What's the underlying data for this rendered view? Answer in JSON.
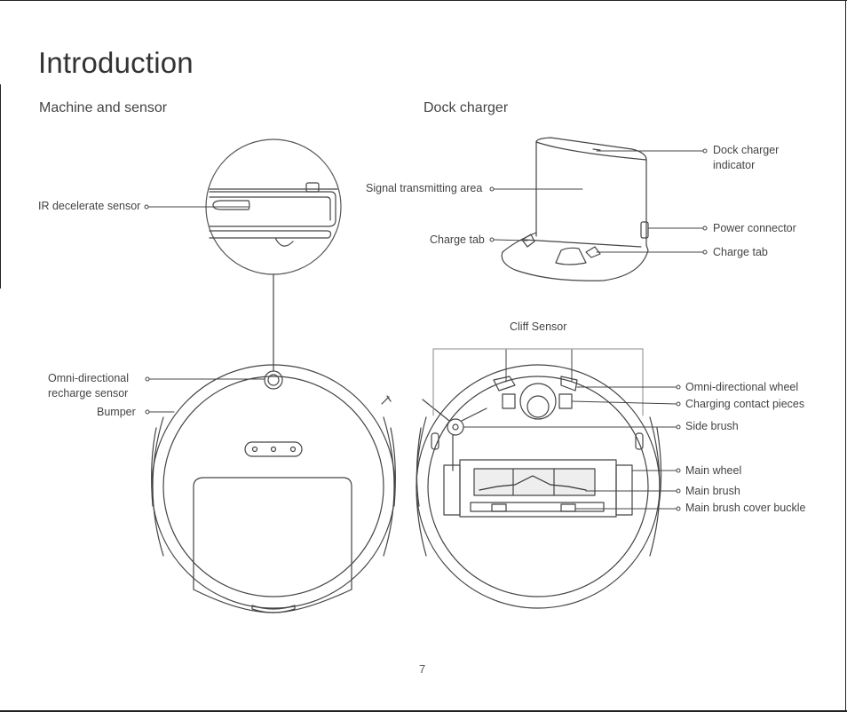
{
  "title": "Introduction",
  "sections": {
    "machine": "Machine and sensor",
    "dock": "Dock charger"
  },
  "labels": {
    "ir_sensor": "IR decelerate sensor",
    "omni_recharge": "Omni-directional\nrecharge sensor",
    "bumper": "Bumper",
    "signal_area": "Signal transmitting area",
    "charge_tab_left": "Charge tab",
    "dock_indicator": "Dock charger\nindicator",
    "power_connector": "Power connector",
    "charge_tab_right": "Charge tab",
    "cliff_sensor": "Cliff Sensor",
    "omni_wheel": "Omni-directional wheel",
    "charging_contacts": "Charging contact pieces",
    "side_brush": "Side brush",
    "main_wheel": "Main wheel",
    "main_brush": "Main brush",
    "main_brush_buckle": "Main brush cover buckle"
  },
  "page_number": "7",
  "colors": {
    "line": "#444444",
    "text": "#444444",
    "title": "#333333"
  }
}
